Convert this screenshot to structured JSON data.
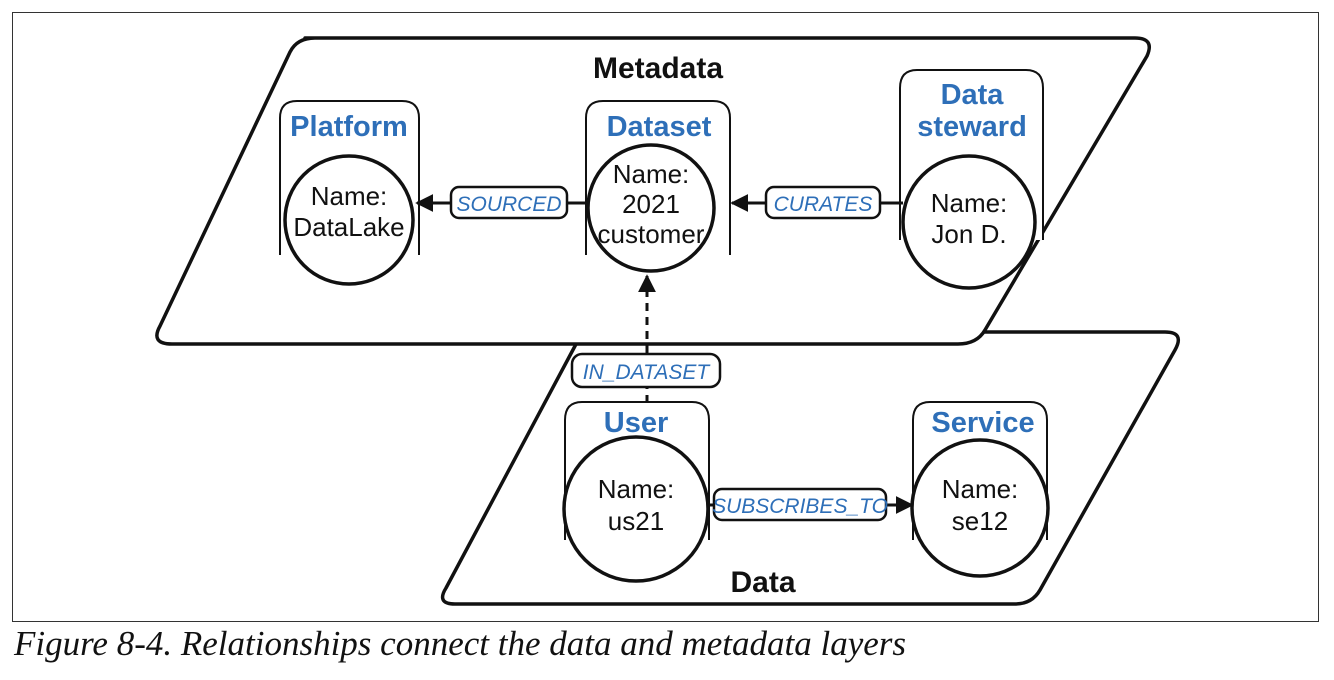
{
  "layers": {
    "metadata": "Metadata",
    "data": "Data"
  },
  "nodes": {
    "platform": {
      "label": "Platform",
      "line1": "Name:",
      "line2": "DataLake",
      "line3": ""
    },
    "dataset": {
      "label": "Dataset",
      "line1": "Name:",
      "line2": "2021",
      "line3": "customer"
    },
    "steward": {
      "label_line1": "Data",
      "label_line2": "steward",
      "line1": "Name:",
      "line2": "Jon D."
    },
    "user": {
      "label": "User",
      "line1": "Name:",
      "line2": "us21"
    },
    "service": {
      "label": "Service",
      "line1": "Name:",
      "line2": "se12"
    }
  },
  "edges": {
    "sourced": "SOURCED",
    "curates": "CURATES",
    "in_dataset": "IN_DATASET",
    "subscribes_to": "SUBSCRIBES_TO"
  },
  "caption": "Figure 8-4. Relationships connect the data and metadata layers",
  "colors": {
    "label_blue": "#2E6FB8",
    "edge_blue": "#2E6FB8",
    "stroke": "#111111"
  },
  "icons": {
    "arrowhead": "arrowhead-icon"
  }
}
